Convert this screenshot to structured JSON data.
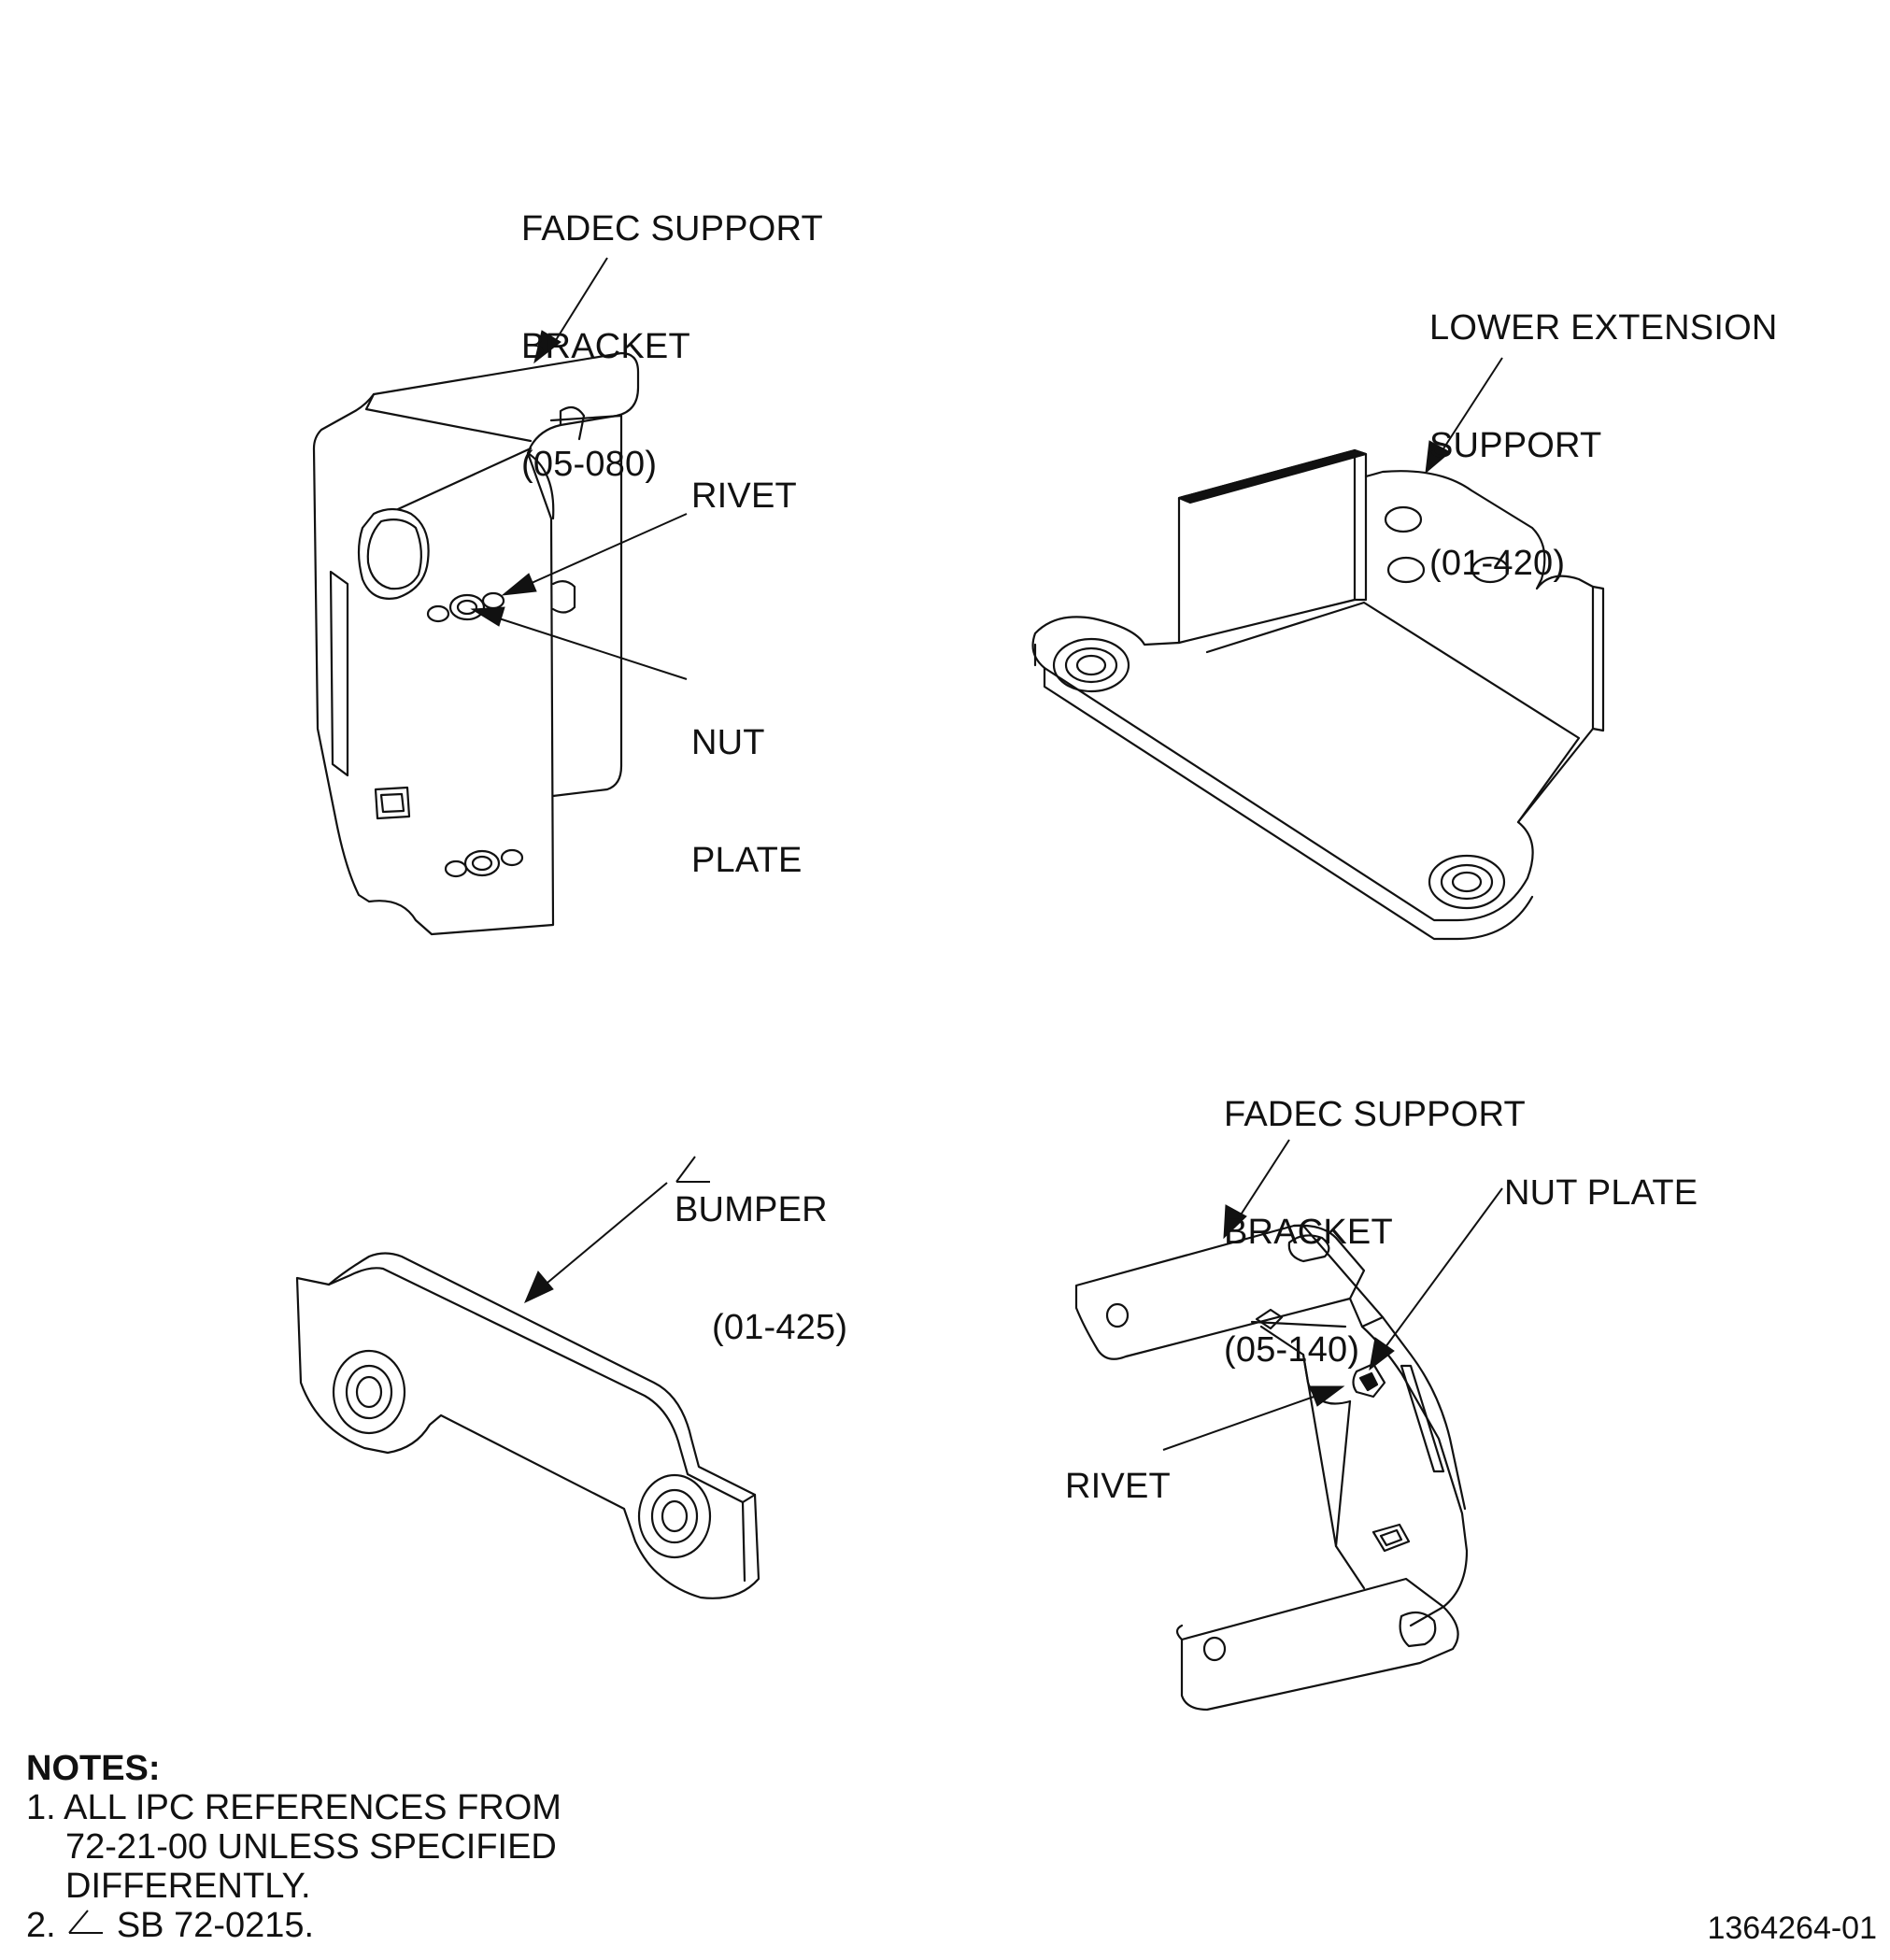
{
  "labels": {
    "fadec_support_bracket_080": [
      "FADEC SUPPORT",
      "BRACKET",
      "(05-080)"
    ],
    "rivet_top": "RIVET",
    "nut_plate_top": [
      "NUT",
      "PLATE"
    ],
    "lower_extension_support": [
      "LOWER EXTENSION",
      "SUPPORT",
      "(01-420)"
    ],
    "bumper": [
      "BUMPER",
      "(01-425)"
    ],
    "fadec_support_bracket_140": [
      "FADEC SUPPORT",
      "BRACKET",
      "(05-140)"
    ],
    "nut_plate_bottom": "NUT PLATE",
    "rivet_bottom": "RIVET"
  },
  "notes": {
    "heading": "NOTES:",
    "note1_lines": [
      "1. ALL IPC REFERENCES FROM",
      "72-21-00 UNLESS SPECIFIED",
      "DIFFERENTLY."
    ],
    "note2_prefix": "2.",
    "note2_text": "SB 72-0215."
  },
  "drawing_number": "1364264-01",
  "icons": {
    "service_bulletin_flag": "triangle-flag-icon"
  },
  "colors": {
    "ink": "#111111",
    "paper": "#ffffff"
  }
}
